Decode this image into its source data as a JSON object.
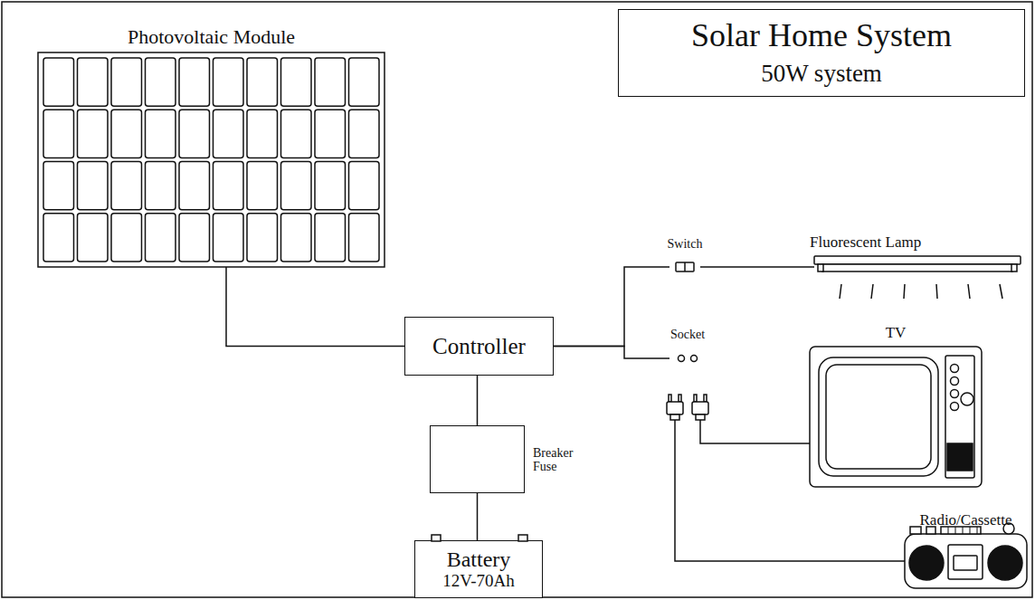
{
  "diagram": {
    "nodes": [
      {
        "text": [
          "Photovoltaic Module"
        ]
      },
      {
        "text": [
          "Solar Home System",
          "50W system"
        ]
      },
      {
        "text": [
          "Controller"
        ]
      },
      {
        "text": [
          "Breaker Fuse"
        ]
      },
      {
        "text": [
          "Battery",
          "12V-70Ah"
        ]
      },
      {
        "text": [
          "Switch"
        ]
      },
      {
        "text": [
          "Fluorescent Lamp"
        ]
      },
      {
        "text": [
          "Socket"
        ]
      },
      {
        "text": [
          "TV"
        ]
      },
      {
        "text": [
          "Radio/Cassette"
        ]
      }
    ],
    "edges": [
      {
        "from": 0,
        "to": 2,
        "arrow": "none"
      },
      {
        "from": 2,
        "to": 3,
        "arrow": "none"
      },
      {
        "from": 3,
        "to": 4,
        "arrow": "none"
      },
      {
        "from": 2,
        "to": 5,
        "arrow": "none"
      },
      {
        "from": 2,
        "to": 7,
        "arrow": "none"
      },
      {
        "from": 5,
        "to": 6,
        "arrow": "none"
      },
      {
        "from": 7,
        "to": 8,
        "arrow": "none"
      },
      {
        "from": 7,
        "to": 9,
        "arrow": "none"
      }
    ]
  }
}
